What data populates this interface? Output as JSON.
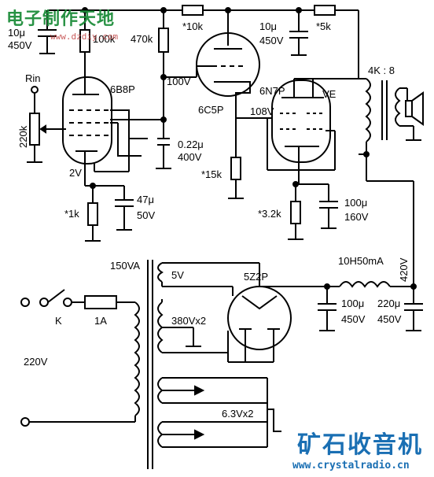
{
  "watermark": {
    "top_text": "电子制作天地",
    "top_url": "www.dzdiy.com",
    "brand_text": "矿石收音机",
    "brand_url": "www.crystalradio.cn"
  },
  "labels": {
    "c_top_value": "10μ",
    "c_top_voltage": "450V",
    "r_100k": "100k",
    "r_470k": "470k",
    "r_10k": "*10k",
    "c_10u_value": "10μ",
    "c_10u_voltage": "450V",
    "r_5k": "*5k",
    "rin": "Rin",
    "pot_220k": "220k",
    "tube_6b8p": "6B8P",
    "v_100": "100V",
    "tube_6c5p": "6C5P",
    "tube_6n7p": "6N7P",
    "ve": "VE",
    "v_108": "108V",
    "out_tx": "4K : 8",
    "c_022_value": "0.22μ",
    "c_022_voltage": "400V",
    "v_2": "2V",
    "r_15k": "*15k",
    "c_47_value": "47μ",
    "c_47_voltage": "50V",
    "r_1k": "*1k",
    "r_32k": "*3.2k",
    "c_100_160_value": "100μ",
    "c_100_160_voltage": "160V",
    "pt_rating": "150VA",
    "sec_5v": "5V",
    "rect": "5Z2P",
    "choke": "10H50mA",
    "v_420": "420V",
    "c_f1_value": "100μ",
    "c_f1_voltage": "450V",
    "c_f2_value": "220μ",
    "c_f2_voltage": "450V",
    "switch_k": "K",
    "fuse": "1A",
    "sec_380": "380Vx2",
    "mains": "220V",
    "sec_63": "6.3Vx2"
  }
}
